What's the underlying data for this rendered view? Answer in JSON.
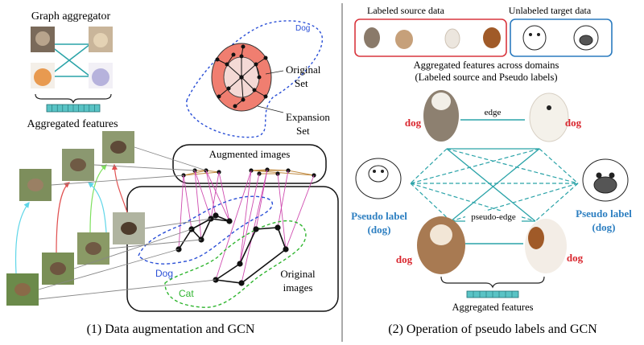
{
  "left": {
    "graph_aggregator_label": "Graph aggregator",
    "aggregated_features_label": "Aggregated features",
    "dog_label": "Dog",
    "original_set_label": [
      "Original",
      "Set"
    ],
    "expansion_set_label": [
      "Expansion",
      "Set"
    ],
    "augmented_images_label": "Augmented images",
    "original_images_label": [
      "Original",
      "images"
    ],
    "dog_curve_label": "Dog",
    "cat_curve_label": "Cat",
    "caption": "(1) Data augmentation and GCN"
  },
  "right": {
    "labeled_source_label": "Labeled source data",
    "unlabeled_target_label": "Unlabeled target data",
    "aggregated_across_label": "Aggregated features across domains",
    "aggregated_across_sub": "(Labeled source and Pseudo labels)",
    "edge_label": "edge",
    "pseudo_edge_label": "pseudo-edge",
    "dog_tl": "dog",
    "dog_tr": "dog",
    "dog_bl": "dog",
    "dog_br": "dog",
    "pseudo_left": [
      "Pseudo label",
      "(dog)"
    ],
    "pseudo_right": [
      "Pseudo label",
      "(dog)"
    ],
    "aggregated_features_label": "Aggregated features",
    "caption": "(2) Operation of pseudo labels and GCN"
  },
  "colors": {
    "red_box": "#d9363e",
    "blue_box": "#2b7bbf",
    "dog_red": "#d9262e",
    "pseudo_blue": "#2d7fc1",
    "teal": "#2aa3a8",
    "magenta": "#cf4db0",
    "blue_dash": "#2a4fd6",
    "green_dash": "#2fb52f",
    "salmon": "#f07e70"
  }
}
